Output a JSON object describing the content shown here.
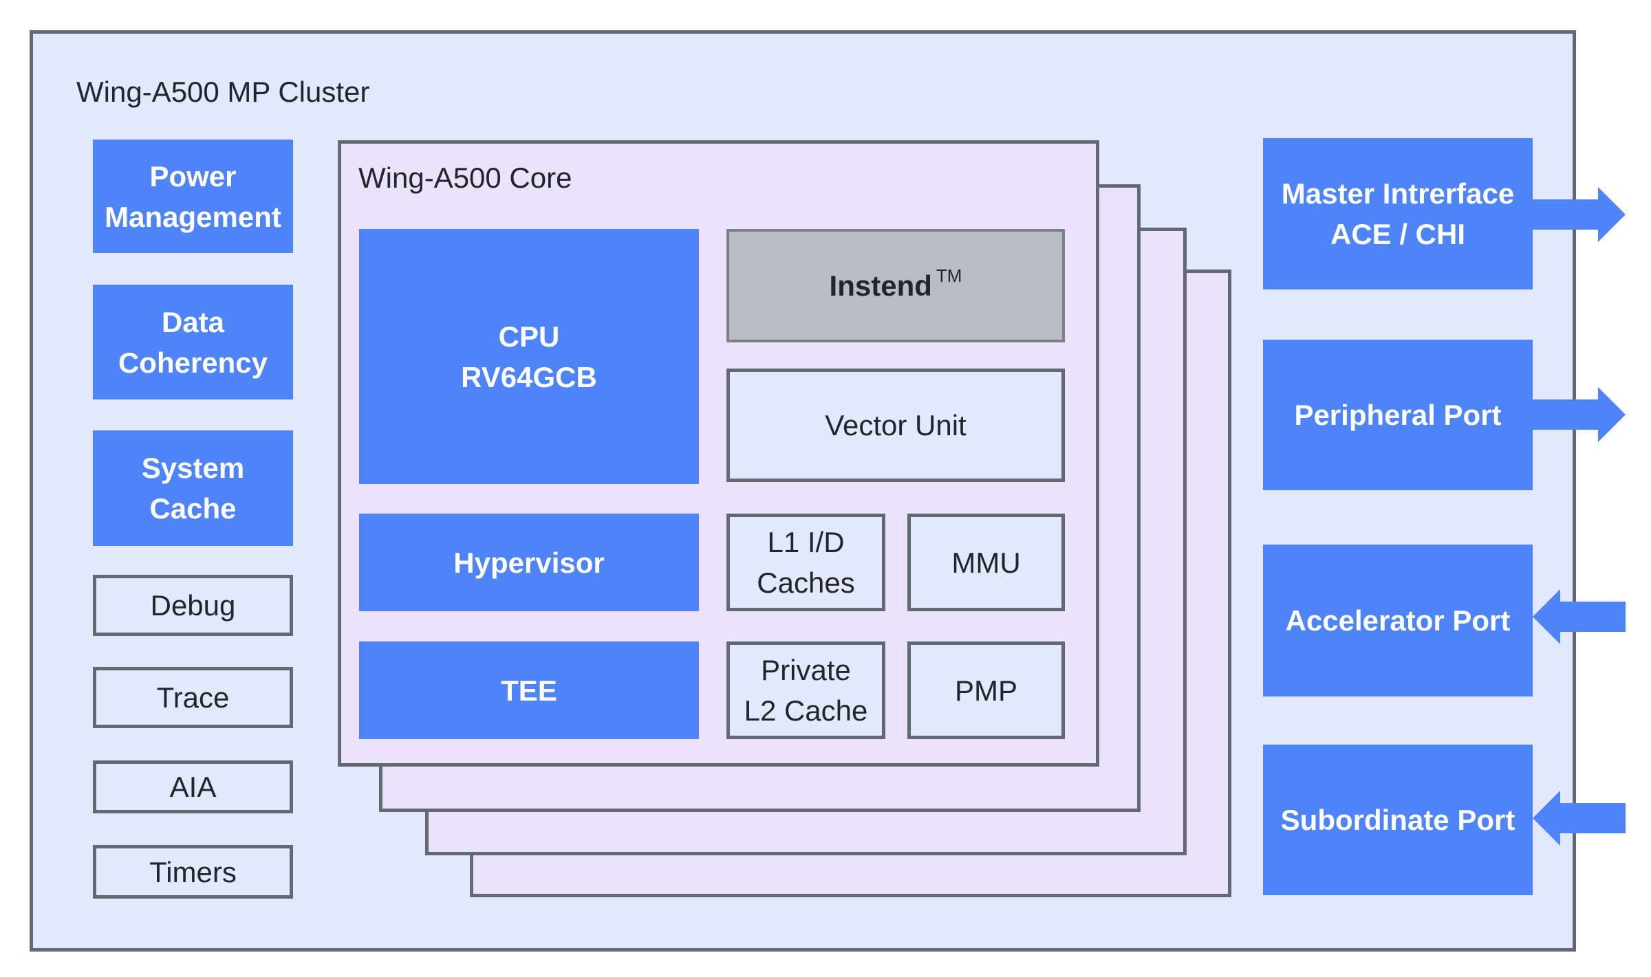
{
  "cluster": {
    "title": "Wing-A500 MP Cluster"
  },
  "left_blocks": {
    "power_management": "Power\nManagement",
    "data_coherency": "Data\nCoherency",
    "system_cache": "System\nCache",
    "debug": "Debug",
    "trace": "Trace",
    "aia": "AIA",
    "timers": "Timers"
  },
  "core": {
    "title": "Wing-A500 Core",
    "cpu": "CPU\nRV64GCB",
    "instend": "Instend",
    "instend_mark": "TM",
    "vector_unit": "Vector Unit",
    "hypervisor": "Hypervisor",
    "l1_caches": "L1 I/D\nCaches",
    "mmu": "MMU",
    "tee": "TEE",
    "l2_cache": "Private\nL2 Cache",
    "pmp": "PMP"
  },
  "ports": {
    "master": "Master Intrerface\nACE / CHI",
    "peripheral": "Peripheral Port",
    "accelerator": "Accelerator Port",
    "subordinate": "Subordinate Port"
  },
  "colors": {
    "block_blue": "#4f83f8",
    "cluster_bg": "#e2e9fc",
    "core_bg": "#ebe2fb",
    "instend_gray": "#babdc3",
    "border": "#626970"
  }
}
